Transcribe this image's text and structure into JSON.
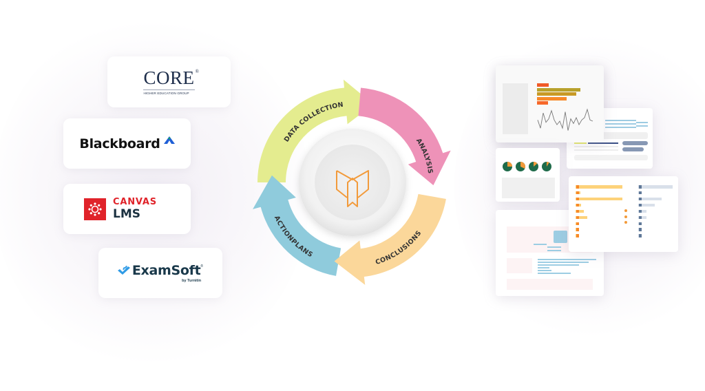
{
  "integrations": [
    {
      "name": "CORE",
      "subtitle": "HIGHER EDUCATION GROUP",
      "registered": "®",
      "brand_color": "#1d2d4a"
    },
    {
      "name": "Blackboard",
      "brand_color": "#111111",
      "icon_colors": [
        "#1f5fd6",
        "#17a860"
      ]
    },
    {
      "name_top": "CANVAS",
      "name_bottom": "LMS",
      "brand_color": "#e0232a",
      "text_color": "#1b3140"
    },
    {
      "name": "ExamSoft",
      "registered": "®",
      "subtitle": "by Turnitin",
      "brand_color": "#19384a",
      "icon_color": "#2f9be6"
    }
  ],
  "cycle": {
    "center_icon": "open-book-logo-icon",
    "center_icon_color": "#f29a3a",
    "stages": [
      {
        "label": "DATA COLLECTION",
        "color": "#e4ec8f"
      },
      {
        "label": "ANALYSIS",
        "color": "#ee92b8"
      },
      {
        "label": "CONCLUSIONS",
        "color": "#fbd79a"
      },
      {
        "label": "ACTIONPLANS",
        "color": "#8fcbdc"
      }
    ]
  },
  "dashboards": {
    "bar_card": {
      "bars": [
        {
          "fraction": 0.27,
          "color": "#f05a28"
        },
        {
          "fraction": 1.0,
          "color": "#b8a12c"
        },
        {
          "fraction": 0.9,
          "color": "#c89a26"
        },
        {
          "fraction": 0.68,
          "color": "#f7892a"
        },
        {
          "fraction": 0.25,
          "color": "#f7682a"
        }
      ],
      "sparkline": [
        0.55,
        0.2,
        0.85,
        0.45,
        0.6,
        0.95,
        0.55,
        0.35,
        0.5,
        0.2,
        0.9,
        0.1,
        0.6,
        0.4,
        0.65,
        0.35,
        0.55,
        0.65,
        1.0,
        0.55,
        0.5
      ]
    },
    "pie_card": {
      "pies": [
        {
          "fraction": 0.25,
          "color": "#f29a3a",
          "base": "#1f6b4a"
        },
        {
          "fraction": 0.32,
          "color": "#f29a3a",
          "base": "#1f6b4a"
        },
        {
          "fraction": 0.14,
          "color": "#f29a3a",
          "base": "#1f6b4a"
        },
        {
          "fraction": 0.09,
          "color": "#f29a3a",
          "base": "#1f6b4a"
        }
      ]
    },
    "ranking_card": {
      "left_rows": [
        1.0,
        0.1,
        1.0,
        0.12,
        0.18,
        0.25,
        0.03,
        0.03,
        0.08
      ],
      "right_rows": [
        1.0,
        0.1,
        0.68,
        0.47,
        0.24,
        0.24,
        0.05,
        0.05,
        0.1
      ]
    }
  }
}
